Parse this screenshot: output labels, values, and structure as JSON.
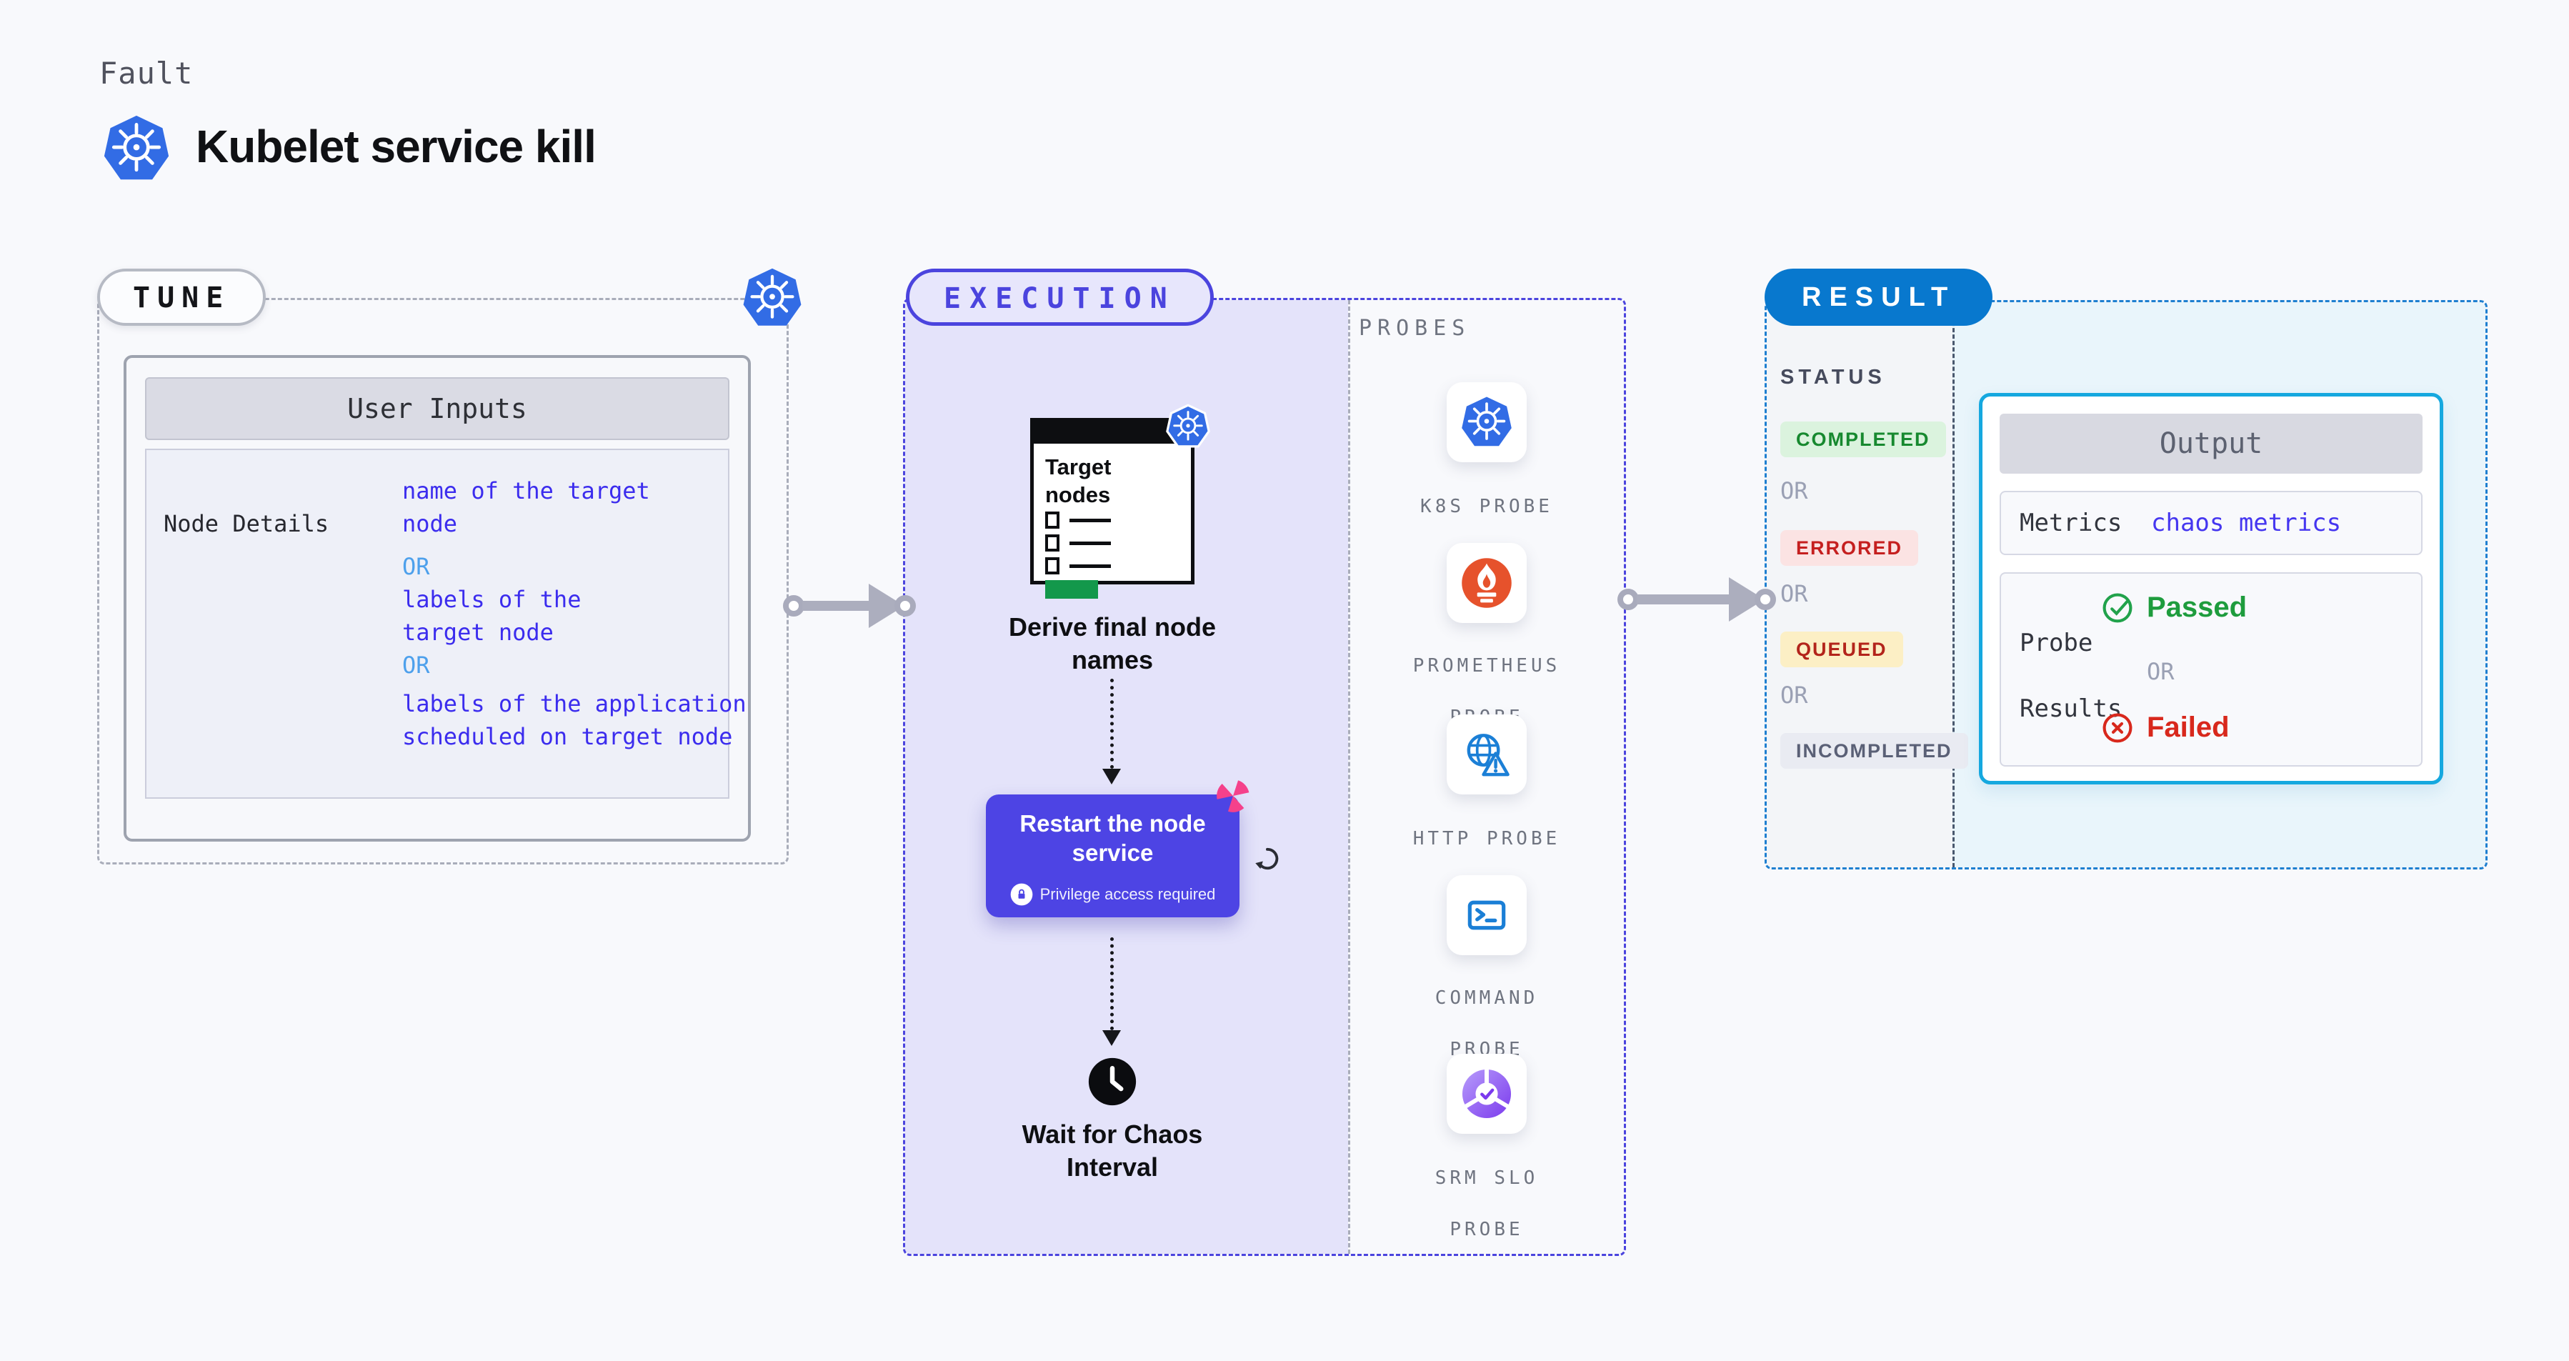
{
  "header": {
    "category_label": "Fault",
    "title": "Kubelet service kill"
  },
  "tune": {
    "badge_label": "TUNE",
    "user_inputs": {
      "title": "User Inputs",
      "row_label": "Node Details",
      "value_line_1a": "name of the target",
      "value_line_1b": "node",
      "or_1": "OR",
      "value_line_2a": "labels of the",
      "value_line_2b": "target node",
      "or_2": "OR",
      "value_line_3a": "labels of the application",
      "value_line_3b": "scheduled on target node"
    }
  },
  "execution": {
    "badge_label": "EXECUTION",
    "target_nodes_line1": "Target",
    "target_nodes_line2": "nodes",
    "derive_line1": "Derive final node",
    "derive_line2": "names",
    "restart_line1": "Restart the node",
    "restart_line2": "service",
    "privilege_note": "Privilege access required",
    "wait_line1": "Wait for Chaos",
    "wait_line2": "Interval"
  },
  "probes": {
    "title": "PROBES",
    "items": [
      {
        "icon": "kubernetes-icon",
        "line1": "K8S PROBE",
        "line2": ""
      },
      {
        "icon": "prometheus-icon",
        "line1": "PROMETHEUS",
        "line2": "PROBE"
      },
      {
        "icon": "http-globe-warning-icon",
        "line1": "HTTP PROBE",
        "line2": ""
      },
      {
        "icon": "terminal-icon",
        "line1": "COMMAND",
        "line2": "PROBE"
      },
      {
        "icon": "srm-slo-icon",
        "line1": "SRM SLO",
        "line2": "PROBE"
      }
    ]
  },
  "result": {
    "badge_label": "RESULT",
    "status": {
      "title": "STATUS",
      "completed": "COMPLETED",
      "or": "OR",
      "errored": "ERRORED",
      "queued": "QUEUED",
      "incompleted": "INCOMPLETED"
    },
    "output": {
      "title": "Output",
      "metrics_label": "Metrics",
      "metrics_value": "chaos metrics",
      "probe_results_line1": "Probe",
      "probe_results_line2": "Results",
      "passed_label": "Passed",
      "or": "OR",
      "failed_label": "Failed"
    }
  },
  "colors": {
    "page_background": "#F8F9FC",
    "kubernetes_blue": "#326CE5",
    "execution_indigo": "#4B44DE",
    "execution_lavender": "#E4E3FA",
    "restart_card_indigo": "#4D44E4",
    "chaos_pink": "#F5418B",
    "result_badge_blue": "#0878CE",
    "result_border_blue": "#1E7FD0",
    "output_border_cyan": "#15A8DF",
    "value_text_blue": "#3B2CEE",
    "or_light_blue": "#4DA0EC",
    "completed_green": "#17892F",
    "errored_red": "#C51F1F",
    "queued_text_red": "#B3241B",
    "incompleted_gray": "#5A6076",
    "passed_green": "#1E9C3D",
    "failed_red": "#D8281C",
    "prometheus_orange": "#E6522C",
    "probe_icon_blue": "#1B7FD6",
    "srm_purple": "#7C3AED",
    "target_green_bar": "#13984B"
  }
}
